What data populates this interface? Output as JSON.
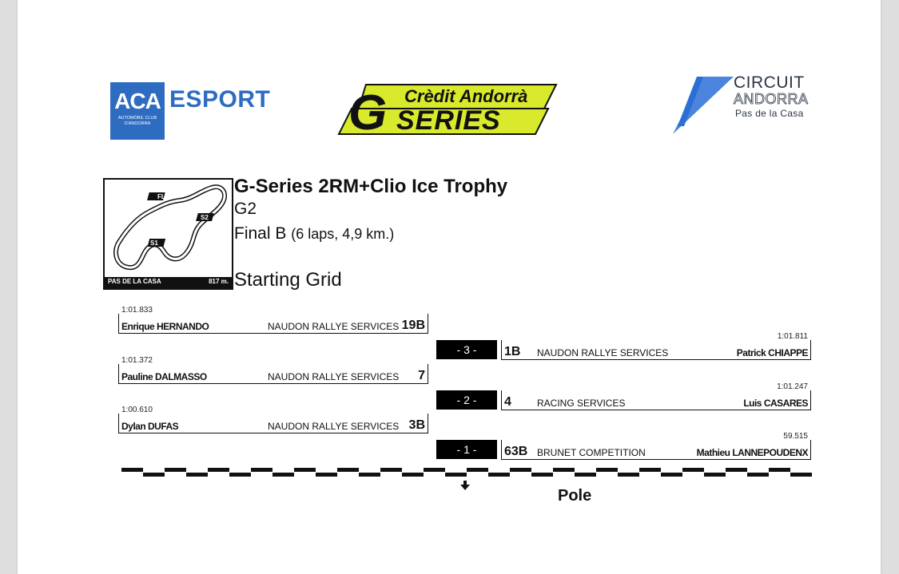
{
  "header": {
    "aca": {
      "big": "ACA",
      "small_line1": "AUTOMÒBIL CLUB",
      "small_line2": "D'ANDORRA",
      "esport": "ESPORT"
    },
    "gseries": {
      "line1": "Crèdit Andorrà",
      "line2": "SERIES",
      "letter": "G"
    },
    "circuit": {
      "line1": "CIRCUIT",
      "line2": "ANDORRA",
      "line3": "Pas de la Casa"
    },
    "colors": {
      "aca_blue": "#2d6cc0",
      "gseries_yellow": "#d8ea2b",
      "circuit_blue": "#2a6fd6"
    }
  },
  "track": {
    "labels": [
      "FL",
      "S2",
      "S1"
    ],
    "caption_left": "PAS DE LA CASA",
    "caption_right": "817 m."
  },
  "event": {
    "title": "G-Series 2RM+Clio Ice Trophy",
    "group": "G2",
    "final": "Final B",
    "final_detail": "(6 laps, 4,9 km.)",
    "grid_title": "Starting Grid"
  },
  "grid": {
    "left": [
      {
        "time": "1:01.833",
        "driver": "Enrique HERNANDO",
        "team": "NAUDON RALLYE SERVICES",
        "number": "19B"
      },
      {
        "time": "1:01.372",
        "driver": "Pauline DALMASSO",
        "team": "NAUDON RALLYE SERVICES",
        "number": "7"
      },
      {
        "time": "1:00.610",
        "driver": "Dylan DUFAS",
        "team": "NAUDON RALLYE SERVICES",
        "number": "3B"
      }
    ],
    "right": [
      {
        "time": "1:01.811",
        "driver": "Patrick CHIAPPE",
        "team": "NAUDON RALLYE SERVICES",
        "number": "1B"
      },
      {
        "time": "1:01.247",
        "driver": "Luis CASARES",
        "team": "RACING SERVICES",
        "number": "4"
      },
      {
        "time": "59.515",
        "driver": "Mathieu LANNEPOUDENX",
        "team": "BRUNET COMPETITION",
        "number": "63B"
      }
    ],
    "positions": [
      "- 3 -",
      "- 2 -",
      "- 1 -"
    ],
    "pole_label": "Pole"
  }
}
